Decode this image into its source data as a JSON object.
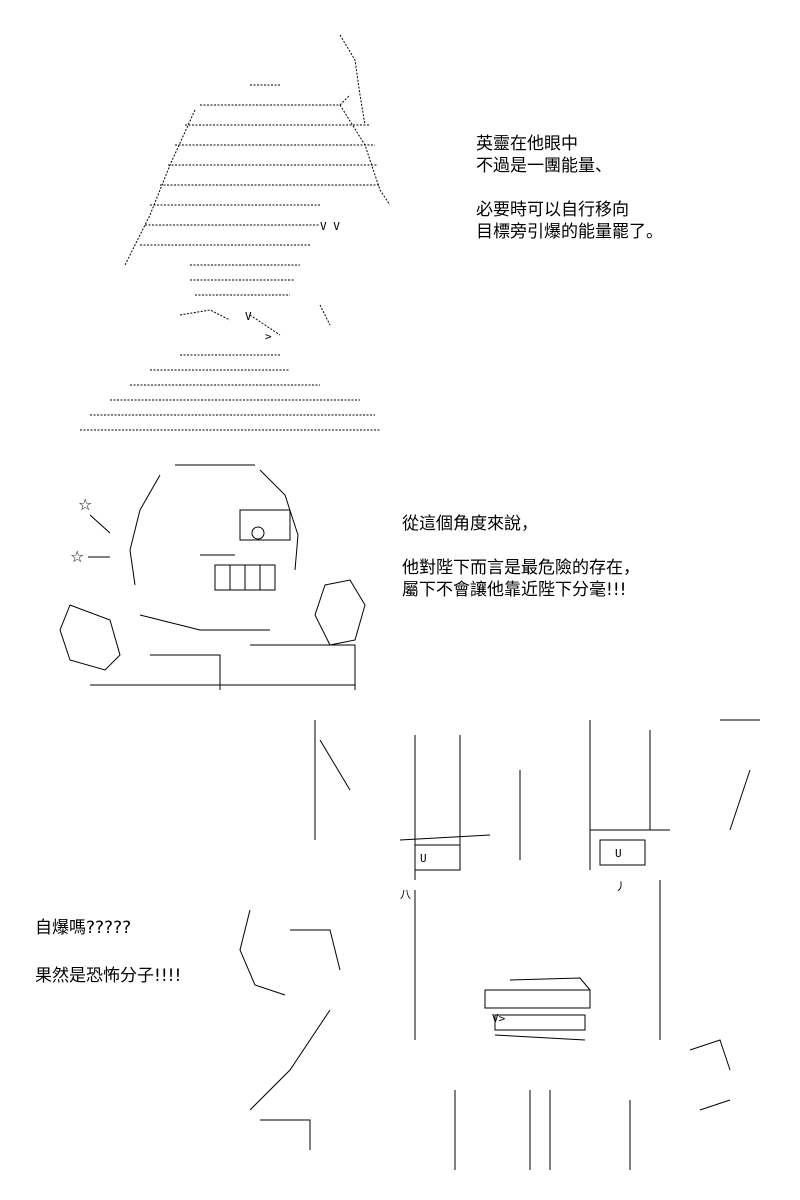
{
  "panel1": {
    "caption": [
      "英靈在他眼中",
      "不過是一團能量、",
      "",
      "必要時可以自行移向",
      "目標旁引爆的能量罷了。"
    ]
  },
  "panel2": {
    "caption": [
      "從這個角度來說，",
      "",
      "他對陛下而言是最危險的存在，",
      "屬下不會讓他靠近陛下分毫!!!"
    ]
  },
  "panel3": {
    "caption": [
      "自爆嗎?????",
      "",
      "果然是恐怖分子!!!!"
    ]
  }
}
